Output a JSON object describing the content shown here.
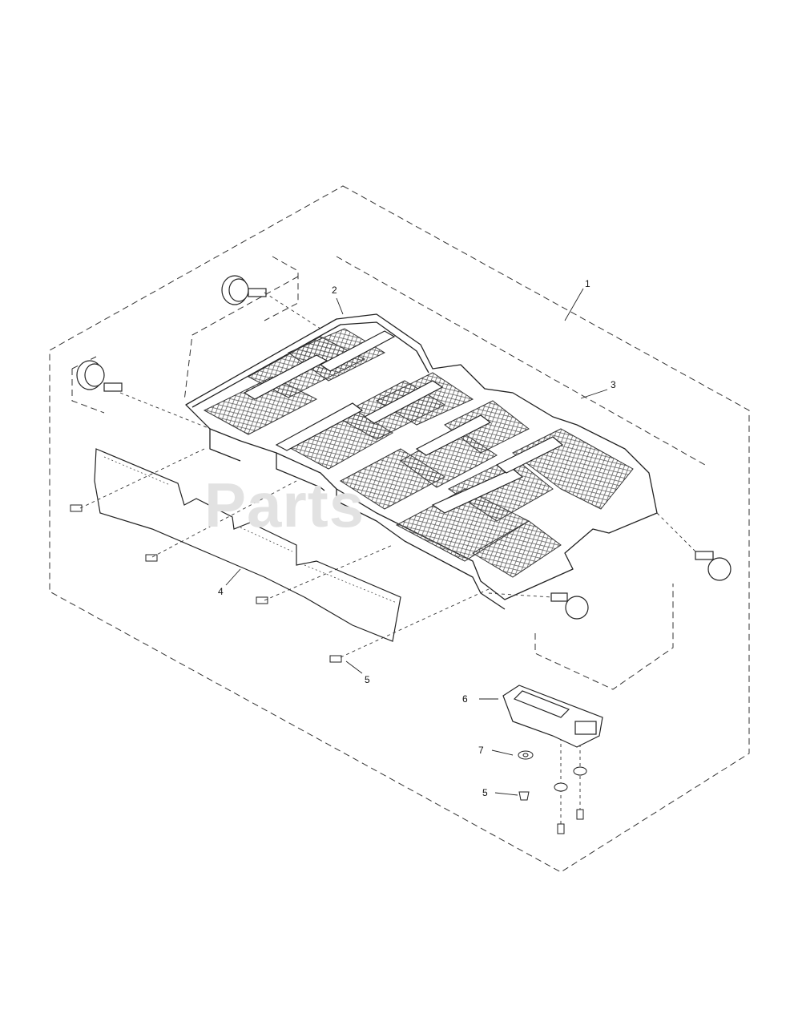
{
  "watermark": "Parts",
  "callouts": {
    "c1": "1",
    "c2": "2",
    "c3": "3",
    "c4": "4",
    "c5a": "5",
    "c5b": "5",
    "c6": "6",
    "c7": "7"
  },
  "colors": {
    "line": "#222222",
    "dash": "#333333",
    "mesh": "#555555",
    "watermark": "#e2e2e2"
  }
}
